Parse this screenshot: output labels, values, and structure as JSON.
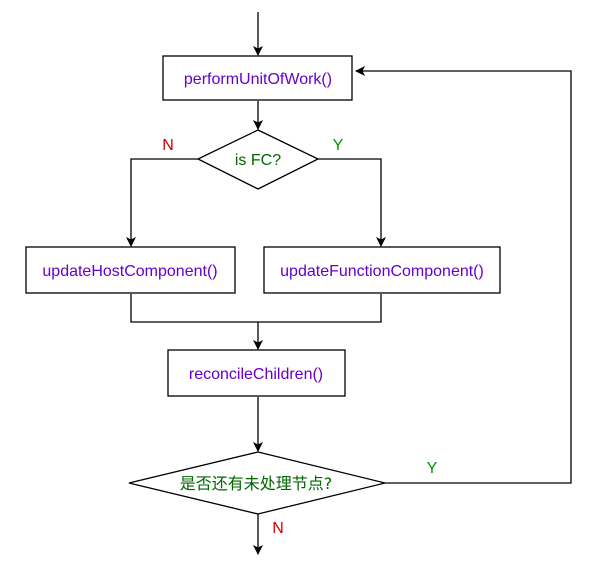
{
  "colors": {
    "line": "#000000",
    "function_text": "#6600cc",
    "condition_text": "#006600",
    "yes_label": "#009900",
    "no_label": "#cc0000",
    "background": "#ffffff"
  },
  "nodes": {
    "perform_unit_of_work": "performUnitOfWork()",
    "is_fc": "is FC?",
    "update_host_component": "updateHostComponent()",
    "update_function_component": "updateFunctionComponent()",
    "reconcile_children": "reconcileChildren()",
    "has_unprocessed_nodes": "是否还有未处理节点?"
  },
  "edge_labels": {
    "is_fc_no": "N",
    "is_fc_yes": "Y",
    "loop_yes": "Y",
    "exit_no": "N"
  }
}
